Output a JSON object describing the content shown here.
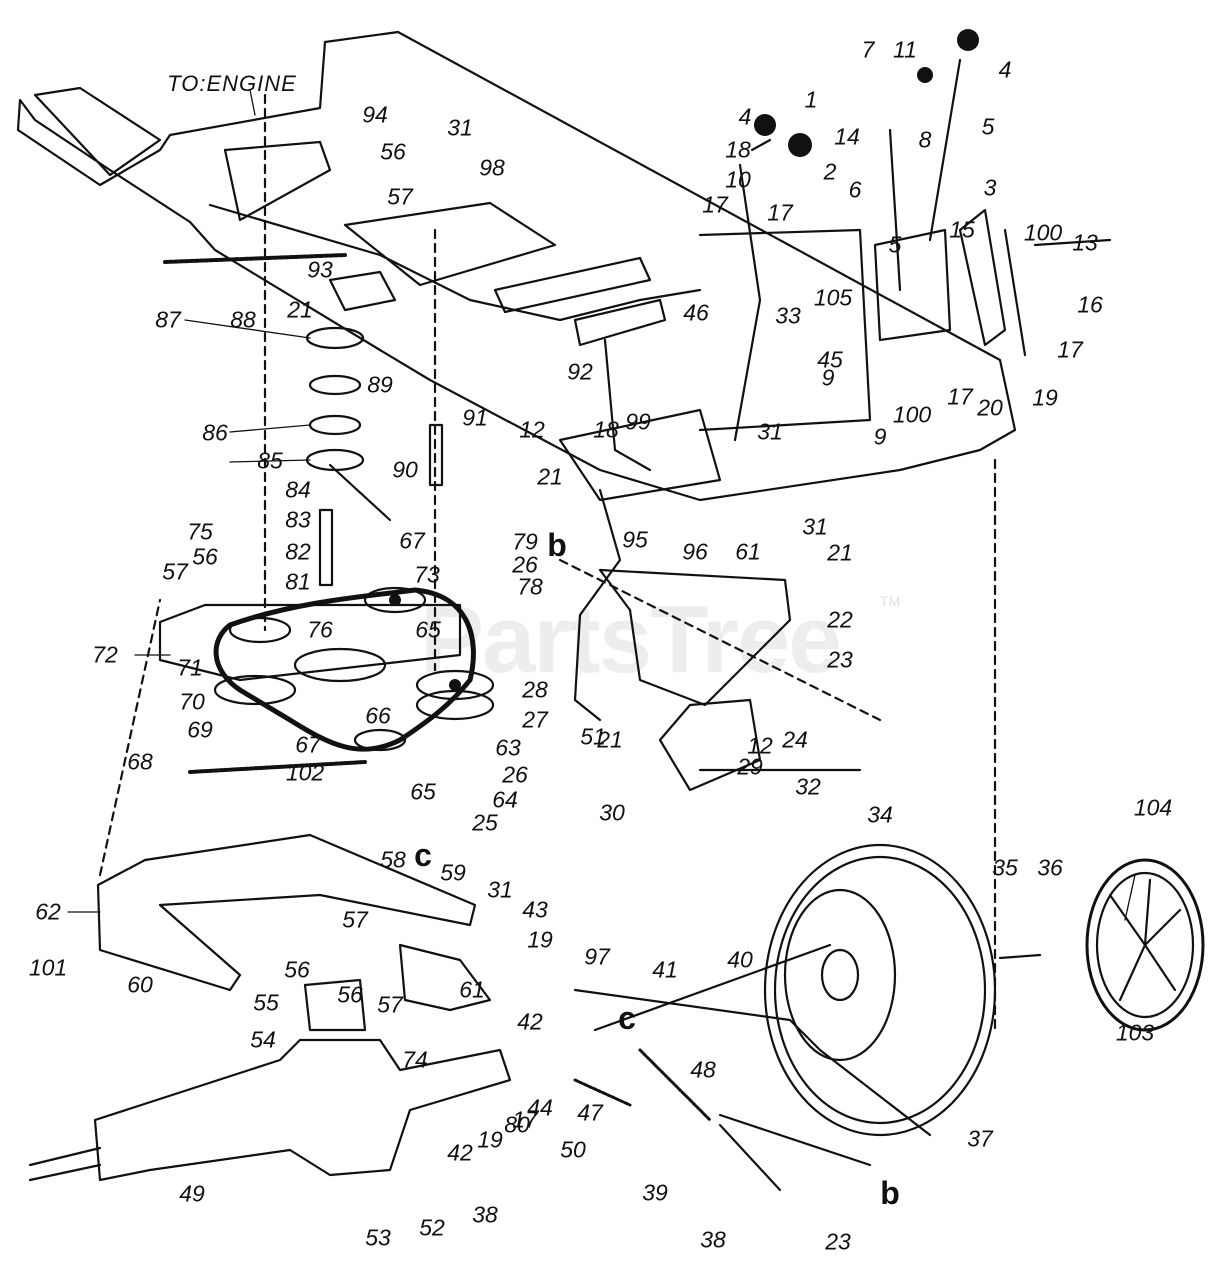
{
  "watermark": "PartsTree",
  "trademark": "TM",
  "engine_label": "TO:ENGINE",
  "refs": {
    "b": "b",
    "c": "c"
  },
  "callouts": [
    "1",
    "2",
    "3",
    "4",
    "5",
    "6",
    "7",
    "8",
    "9",
    "10",
    "11",
    "12",
    "13",
    "14",
    "15",
    "16",
    "17",
    "18",
    "19",
    "20",
    "21",
    "22",
    "23",
    "24",
    "25",
    "26",
    "27",
    "28",
    "29",
    "30",
    "31",
    "32",
    "33",
    "34",
    "35",
    "36",
    "37",
    "38",
    "39",
    "40",
    "41",
    "42",
    "43",
    "44",
    "45",
    "46",
    "47",
    "48",
    "49",
    "50",
    "51",
    "52",
    "53",
    "54",
    "55",
    "56",
    "57",
    "58",
    "59",
    "60",
    "61",
    "62",
    "63",
    "64",
    "65",
    "66",
    "67",
    "68",
    "69",
    "70",
    "71",
    "72",
    "73",
    "74",
    "75",
    "76",
    "78",
    "79",
    "80",
    "81",
    "82",
    "83",
    "84",
    "85",
    "86",
    "87",
    "88",
    "89",
    "90",
    "91",
    "92",
    "93",
    "94",
    "95",
    "96",
    "97",
    "98",
    "99",
    "100",
    "101",
    "102",
    "103",
    "104",
    "105"
  ]
}
